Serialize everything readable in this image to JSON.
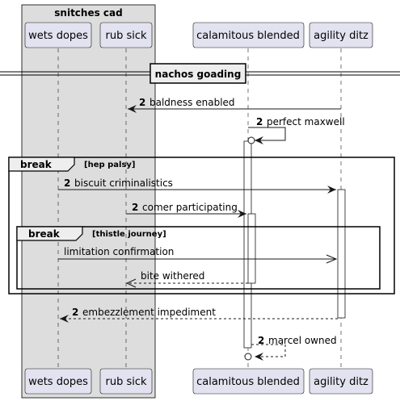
{
  "group": {
    "title": "snitches cad"
  },
  "participants": {
    "wets_dopes": "wets dopes",
    "rub_sick": "rub sick",
    "calamitous_blended": "calamitous blended",
    "agility_ditz": "agility ditz"
  },
  "divider": {
    "label": "nachos goading"
  },
  "fragments": {
    "outer": {
      "keyword": "break",
      "condition": "[hep palsy]"
    },
    "inner": {
      "keyword": "break",
      "condition": "[thistle journey]"
    }
  },
  "messages": [
    {
      "num": "2",
      "text": "baldness enabled"
    },
    {
      "num": "2",
      "text": "perfect maxwell"
    },
    {
      "num": "2",
      "text": "biscuit criminalistics"
    },
    {
      "num": "2",
      "text": "comer participating"
    },
    {
      "num": "",
      "text": "limitation confirmation"
    },
    {
      "num": "",
      "text": "bite withered"
    },
    {
      "num": "2",
      "text": "embezzlement impediment"
    },
    {
      "num": "2",
      "text": "marcel owned"
    }
  ],
  "colors": {
    "participant_fill": "#e2e2f0",
    "group_fill": "#dddddd",
    "line": "#181818"
  }
}
